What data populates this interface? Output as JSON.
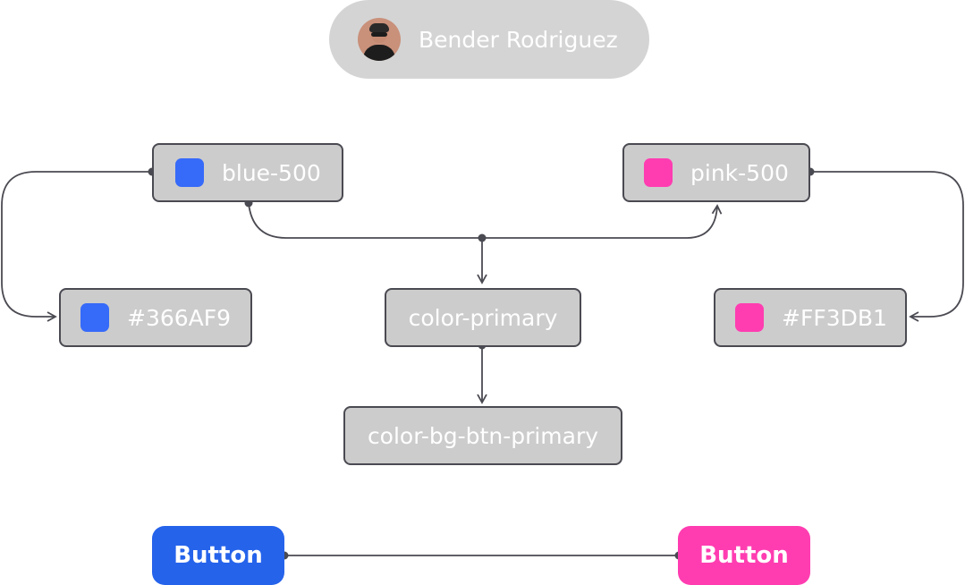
{
  "user": {
    "name": "Bender Rodriguez"
  },
  "nodes": {
    "blue_500": {
      "label": "blue-500",
      "color": "#366AF9"
    },
    "pink_500": {
      "label": "pink-500",
      "color": "#FF3DB1"
    },
    "hex_blue": {
      "label": "#366AF9",
      "color": "#366AF9"
    },
    "color_primary": {
      "label": "color-primary"
    },
    "hex_pink": {
      "label": "#FF3DB1",
      "color": "#FF3DB1"
    },
    "color_bg_btn_primary": {
      "label": "color-bg-btn-primary"
    }
  },
  "buttons": {
    "blue": {
      "label": "Button",
      "color": "#2563EB"
    },
    "pink": {
      "label": "Button",
      "color": "#FF3DB1"
    }
  }
}
